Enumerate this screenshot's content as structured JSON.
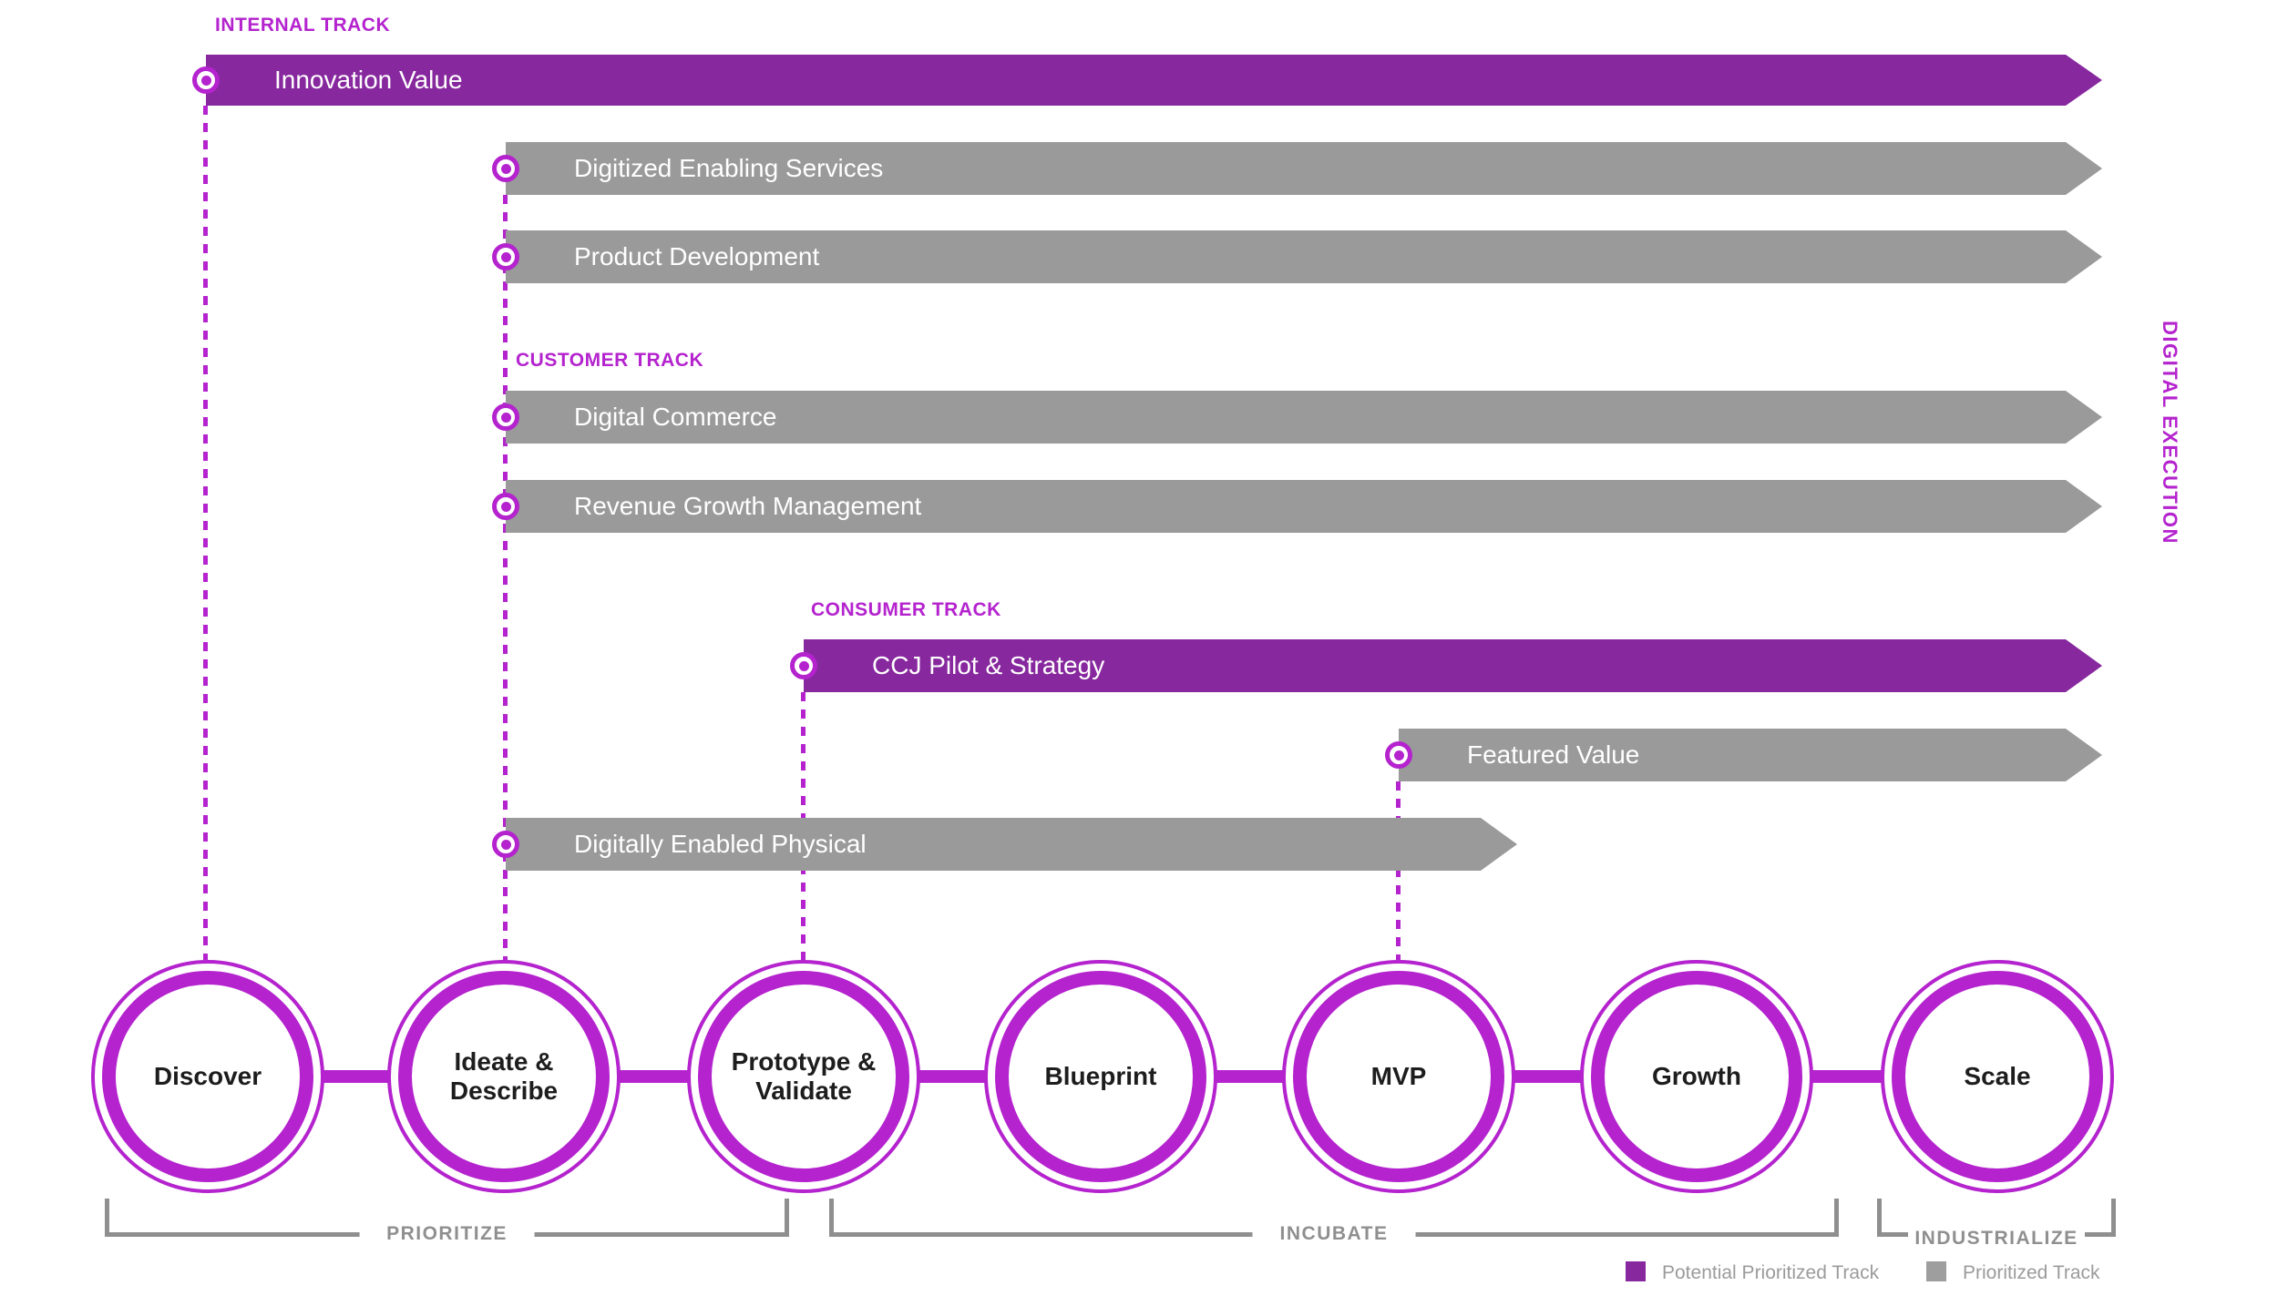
{
  "colors": {
    "potential_prioritized_purple": "#87289E",
    "accent_magenta": "#B423CE",
    "prioritized_gray": "#9A9A9A",
    "bracket_gray": "#8F8F8F",
    "legend_text_gray": "#9B9B9B",
    "milestone_text": "#1d1d1d"
  },
  "tracks": {
    "internal": "INTERNAL TRACK",
    "customer": "CUSTOMER TRACK",
    "consumer": "CONSUMER TRACK"
  },
  "right_axis": {
    "label": "DIGITAL EXECUTION"
  },
  "bars": [
    {
      "label": "Innovation Value",
      "style": "potential-prioritized",
      "track": "internal"
    },
    {
      "label": "Digitized Enabling Services",
      "style": "prioritized",
      "track": "internal"
    },
    {
      "label": "Product Development",
      "style": "prioritized",
      "track": "internal"
    },
    {
      "label": "Digital Commerce",
      "style": "prioritized",
      "track": "customer"
    },
    {
      "label": "Revenue Growth Management",
      "style": "prioritized",
      "track": "customer"
    },
    {
      "label": "CCJ Pilot & Strategy",
      "style": "potential-prioritized",
      "track": "consumer"
    },
    {
      "label": "Featured Value",
      "style": "prioritized",
      "track": "consumer"
    },
    {
      "label": "Digitally Enabled Physical",
      "style": "prioritized",
      "track": "consumer"
    }
  ],
  "milestones": [
    {
      "label": "Discover"
    },
    {
      "label": "Ideate & Describe"
    },
    {
      "label": "Prototype & Validate"
    },
    {
      "label": "Blueprint"
    },
    {
      "label": "MVP"
    },
    {
      "label": "Growth"
    },
    {
      "label": "Scale"
    }
  ],
  "phases": [
    {
      "label": "PRIORITIZE"
    },
    {
      "label": "INCUBATE"
    },
    {
      "label": "INDUSTRIALIZE"
    }
  ],
  "legend": [
    {
      "label": "Potential Prioritized Track",
      "swatch": "#87289E"
    },
    {
      "label": "Prioritized Track",
      "swatch": "#9E9E9E"
    }
  ]
}
